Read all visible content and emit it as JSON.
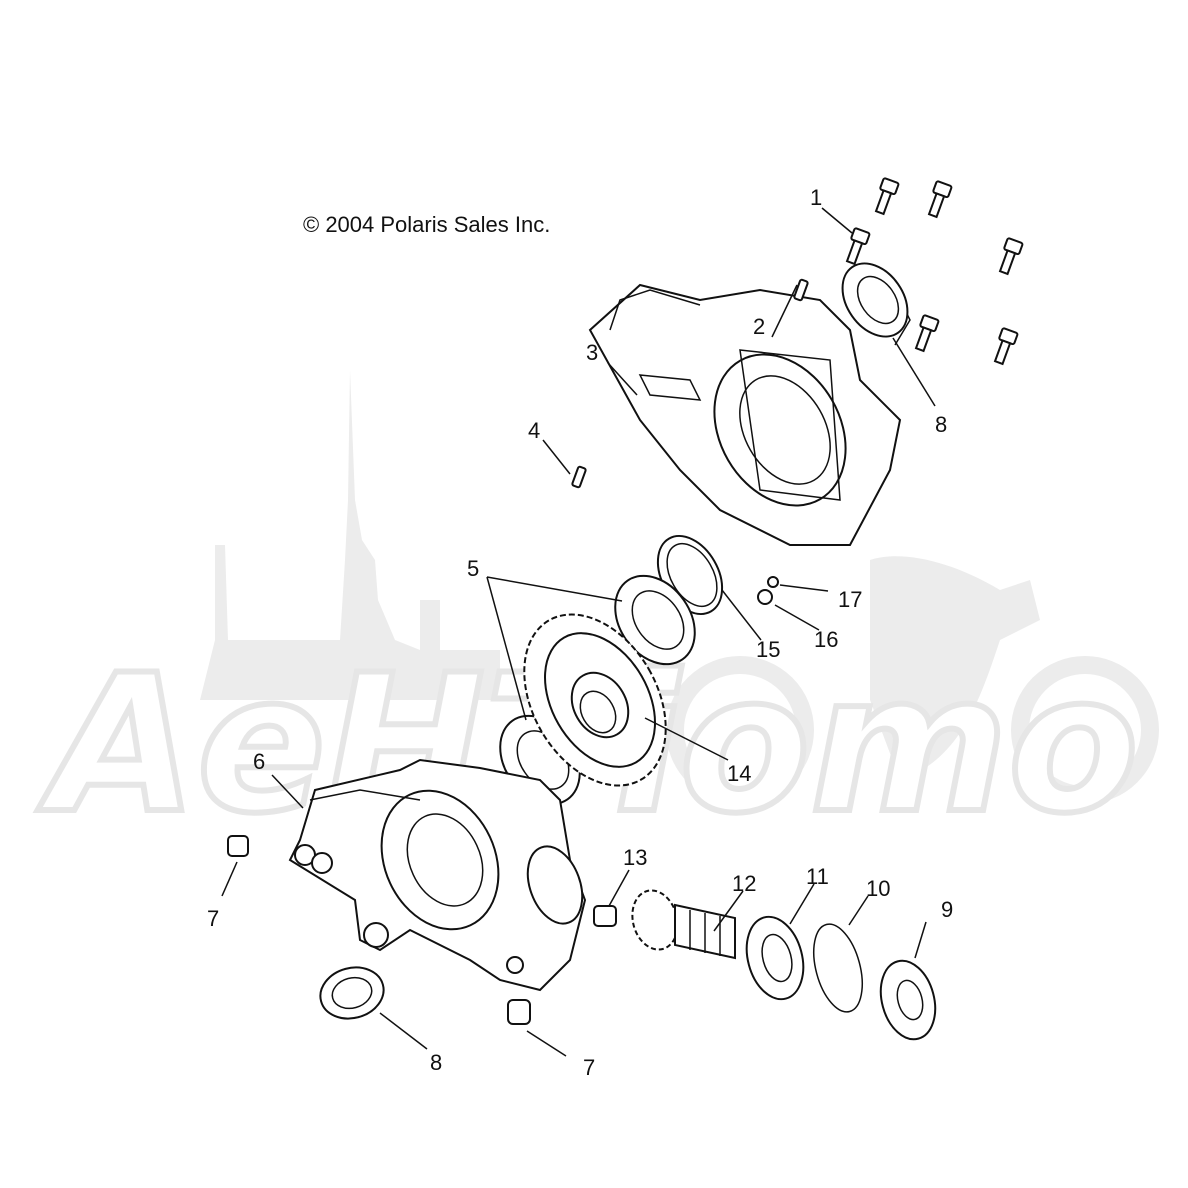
{
  "copyright": "© 2004 Polaris Sales Inc.",
  "watermark": "AeHTiomo",
  "callouts": [
    {
      "id": "1",
      "label": "1"
    },
    {
      "id": "2",
      "label": "2"
    },
    {
      "id": "3",
      "label": "3"
    },
    {
      "id": "4",
      "label": "4"
    },
    {
      "id": "5",
      "label": "5"
    },
    {
      "id": "6",
      "label": "6"
    },
    {
      "id": "7a",
      "label": "7"
    },
    {
      "id": "7b",
      "label": "7"
    },
    {
      "id": "8a",
      "label": "8"
    },
    {
      "id": "8b",
      "label": "8"
    },
    {
      "id": "9",
      "label": "9"
    },
    {
      "id": "10",
      "label": "10"
    },
    {
      "id": "11",
      "label": "11"
    },
    {
      "id": "12",
      "label": "12"
    },
    {
      "id": "13",
      "label": "13"
    },
    {
      "id": "14",
      "label": "14"
    },
    {
      "id": "15",
      "label": "15"
    },
    {
      "id": "16",
      "label": "16"
    },
    {
      "id": "17",
      "label": "17"
    }
  ]
}
